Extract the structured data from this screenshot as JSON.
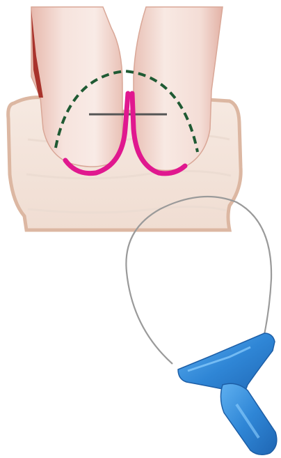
{
  "figure": {
    "elements": [
      "tissue-block",
      "tooth-left",
      "tooth-right",
      "papilla-dashed-outline",
      "incision-line-left",
      "incision-line-right",
      "horizontal-reference-line",
      "wire-loop",
      "applicator-handle"
    ]
  },
  "colors": {
    "incision": "#e0188f",
    "dashed_outline": "#1f5a33",
    "reference_line": "#555555",
    "wire": "#9a9a9a",
    "handle": "#3a8fd8",
    "tooth_enamel": "#f3d9d2",
    "tissue": "#f4e6dd",
    "gum_red": "#a8332c"
  }
}
